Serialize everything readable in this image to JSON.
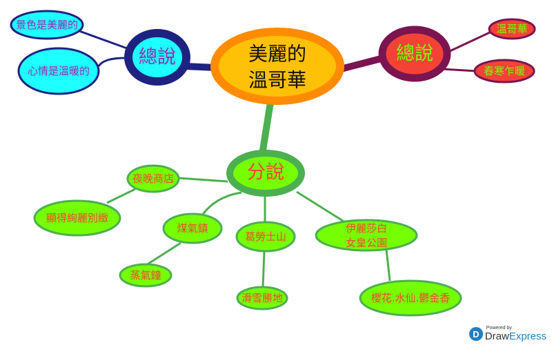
{
  "central": {
    "line1": "美麗的",
    "line2": "溫哥華"
  },
  "left_branch": {
    "label": "總說",
    "children": [
      "景色是美麗的",
      "心情是溫暖的"
    ]
  },
  "right_branch": {
    "label": "總說",
    "children": [
      "溫哥華",
      "春寒乍暖"
    ]
  },
  "bottom_branch": {
    "label": "分說",
    "children": [
      {
        "label": "夜晚商店",
        "sub": "顯得絢麗別緻"
      },
      {
        "label": "煤氣鎮",
        "sub": "蒸氣鐘"
      },
      {
        "label": "葛勞士山",
        "sub": "滑雪勝地"
      },
      {
        "label_line1": "伊麗莎白",
        "label_line2": "女皇公園",
        "sub": "櫻花.水仙.鬱金香"
      }
    ]
  },
  "watermark": {
    "powered": "Powered by",
    "brand_a": "Draw",
    "brand_b": "Express"
  },
  "colors": {
    "central_stroke": "#FF8C00",
    "central_fill": "#FFC107",
    "left_stroke": "#1E2380",
    "left_fill": "#1EFFFF",
    "left_text": "#9C27B0",
    "right_stroke": "#7B1450",
    "right_fill": "#F44336",
    "right_text": "#76FF03",
    "bottom_stroke": "#4CAF50",
    "bottom_fill": "#76FF03",
    "bottom_text": "#F44336"
  }
}
